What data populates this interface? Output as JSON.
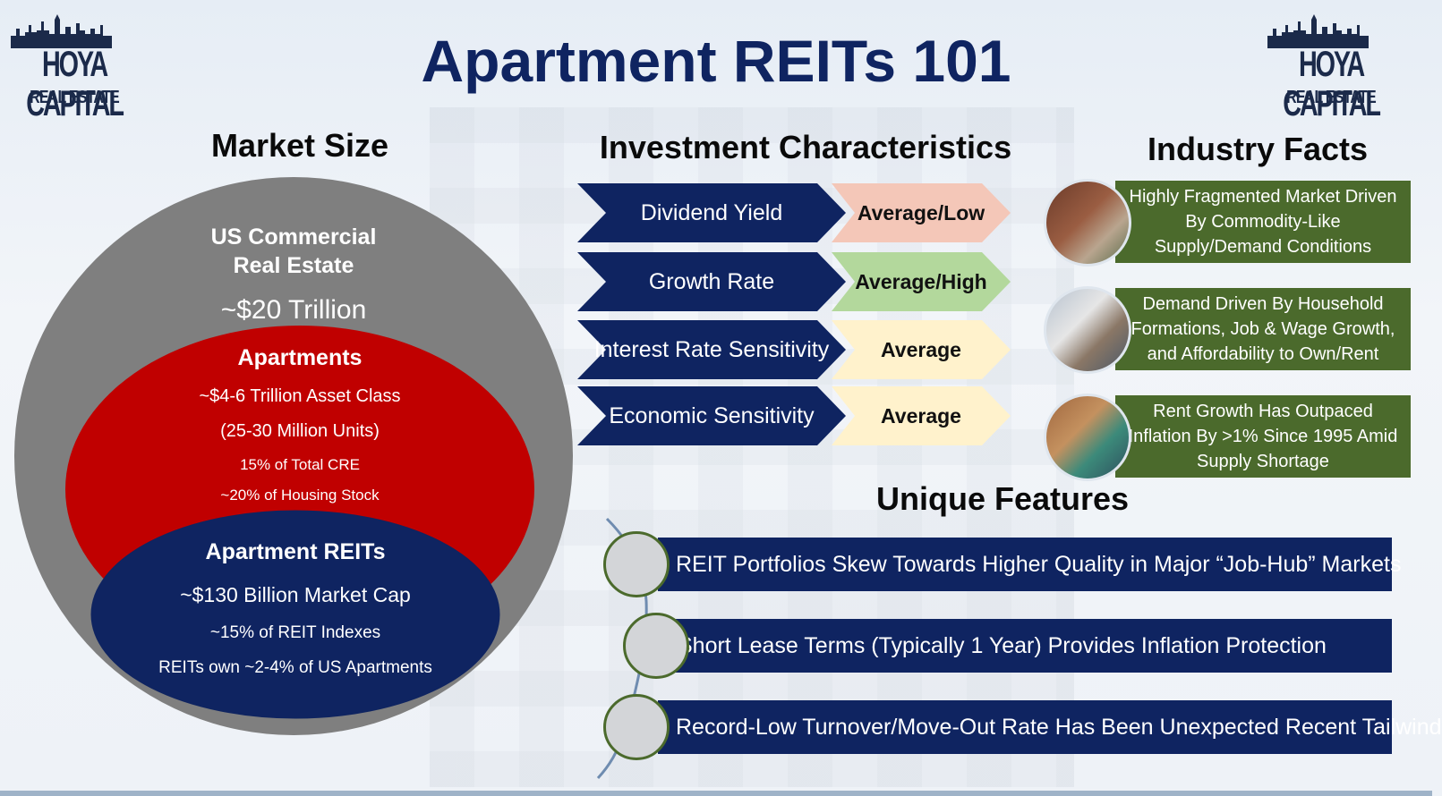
{
  "title": "Apartment REITs 101",
  "logo": {
    "line1": "HOYA CAPITAL",
    "line2": "REAL ESTATE"
  },
  "market_size": {
    "heading": "Market Size",
    "outer": {
      "label": "US Commercial\nReal Estate",
      "line1": "US Commercial",
      "line2": "Real Estate",
      "value": "~$20 Trillion",
      "color": "#7f7f7f"
    },
    "middle": {
      "label": "Apartments",
      "lines": [
        "~$4-6 Trillion Asset Class",
        "(25-30 Million Units)",
        "15% of Total CRE",
        "~20% of Housing Stock"
      ],
      "color": "#c00000"
    },
    "inner": {
      "label": "Apartment REITs",
      "lines": [
        "~$130 Billion Market Cap",
        "~15% of REIT Indexes",
        "REITs own ~2-4% of US Apartments"
      ],
      "color": "#0f2461"
    }
  },
  "investment": {
    "heading": "Investment Characteristics",
    "rows": [
      {
        "label": "Dividend Yield",
        "rating": "Average/Low",
        "color": "#f4c7b8"
      },
      {
        "label": "Growth Rate",
        "rating": "Average/High",
        "color": "#b3d89c"
      },
      {
        "label": "Interest Rate Sensitivity",
        "rating": "Average",
        "color": "#fff2cc"
      },
      {
        "label": "Economic Sensitivity",
        "rating": "Average",
        "color": "#fff2cc"
      }
    ]
  },
  "industry": {
    "heading": "Industry Facts",
    "facts": [
      "Highly Fragmented Market Driven By Commodity-Like Supply/Demand Conditions",
      "Demand Driven By Household Formations, Job & Wage Growth, and Affordability to Own/Rent",
      "Rent Growth Has Outpaced Inflation By >1% Since 1995 Amid Supply Shortage"
    ]
  },
  "unique": {
    "heading": "Unique Features",
    "items": [
      "REIT Portfolios Skew Towards Higher Quality in Major “Job-Hub” Markets",
      "Short Lease Terms (Typically 1 Year) Provides Inflation Protection",
      "Record-Low Turnover/Move-Out Rate Has Been Unexpected Recent Tailwind"
    ]
  },
  "colors": {
    "navy": "#0f2461",
    "green": "#4b6a2c",
    "red": "#c00000",
    "gray": "#7f7f7f"
  }
}
